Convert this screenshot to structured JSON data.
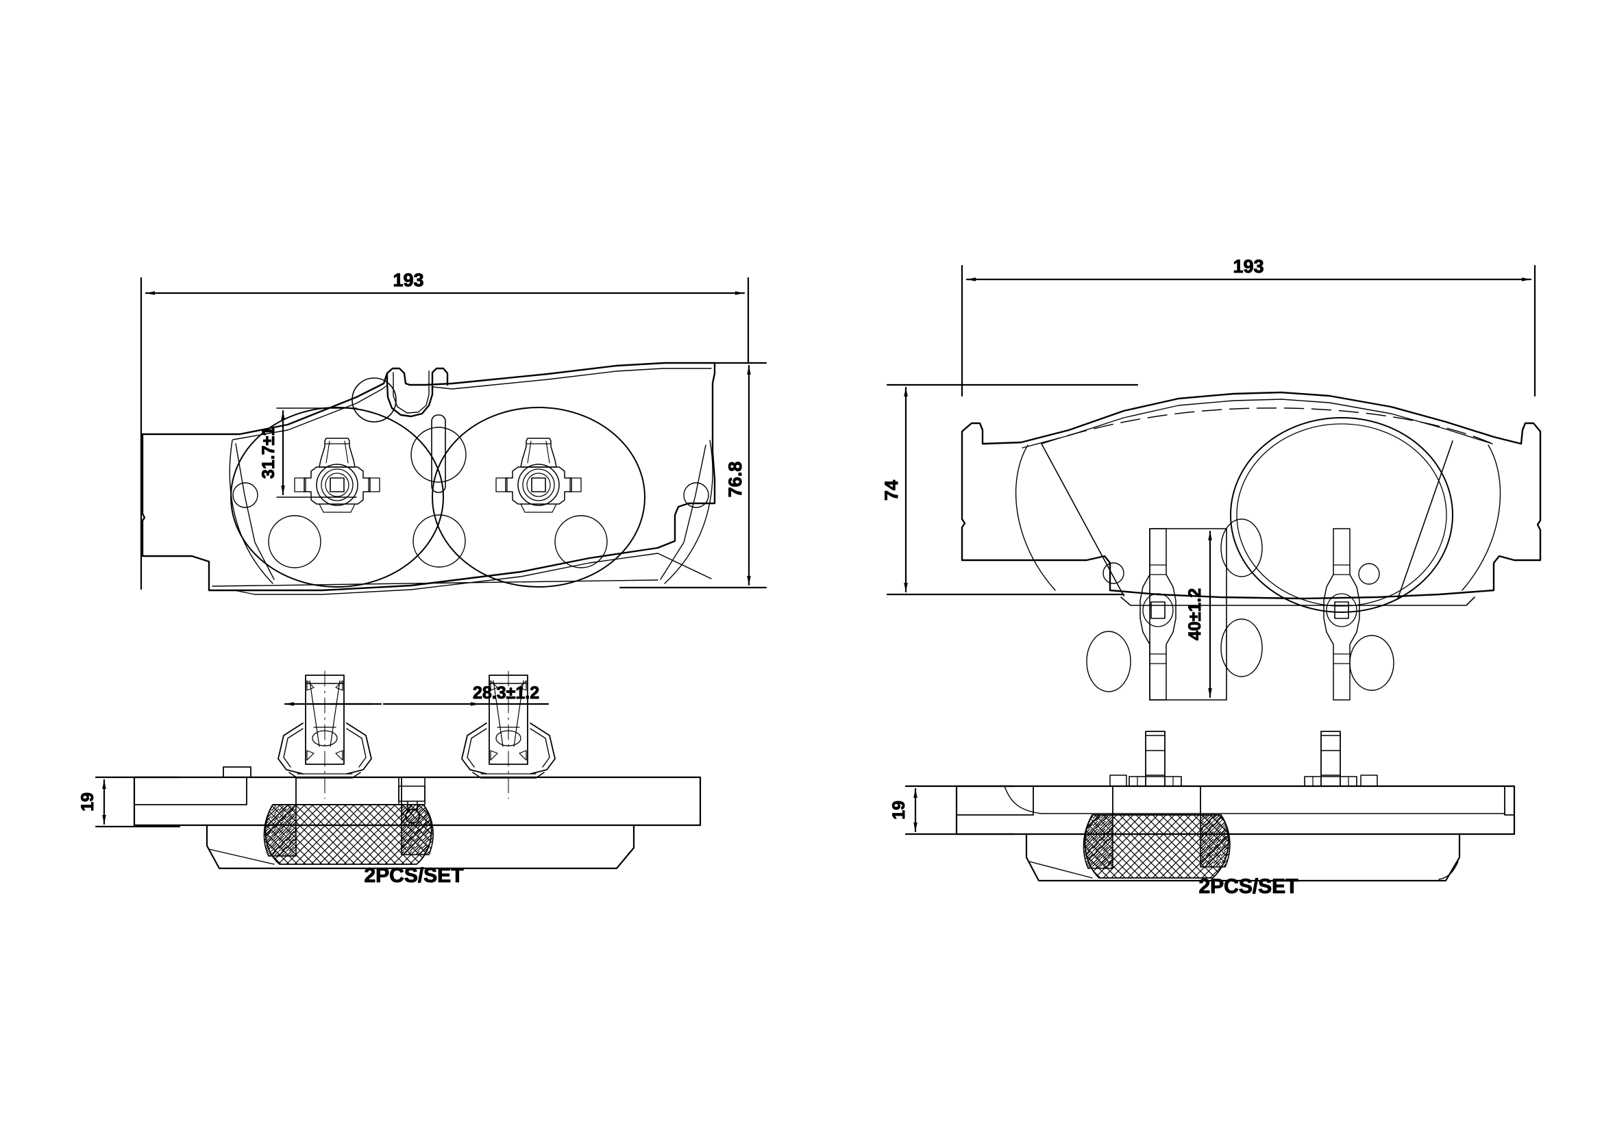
{
  "drawing": {
    "title": "Brake pad set technical drawing",
    "units": "mm",
    "line_color": "#000000",
    "background_color": "#ffffff"
  },
  "views": {
    "front_left": {
      "name": "front-pad-face-view",
      "dimensions": {
        "overall_length": "193",
        "overall_height": "76.8",
        "clip_height": "31.7±1"
      }
    },
    "front_right": {
      "name": "rear-pad-face-view",
      "dimensions": {
        "overall_length": "193",
        "overall_height": "74",
        "plate_height": "40±1.2"
      }
    },
    "side_left": {
      "name": "front-pad-edge-view",
      "dimensions": {
        "thickness": "19",
        "clip_spacing": "28.3±1.2"
      },
      "note": "2PCS/SET"
    },
    "side_right": {
      "name": "rear-pad-edge-view",
      "dimensions": {
        "thickness": "19"
      },
      "note": "2PCS/SET"
    }
  },
  "labels": {
    "length_193": "193",
    "height_768": "76.8",
    "height_74": "74",
    "clip_317": "31.7±1",
    "plate_40": "40±1.2",
    "thickness_19": "19",
    "spacing_283": "28.3±1.2",
    "set_note": "2PCS/SET"
  }
}
